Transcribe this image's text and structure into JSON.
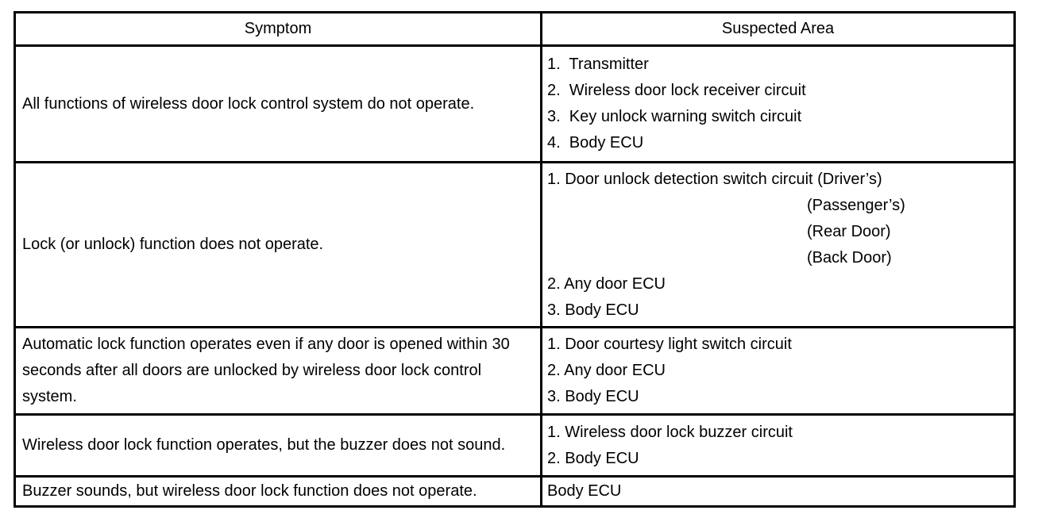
{
  "colors": {
    "border": "#000000",
    "text": "#000000",
    "background": "#ffffff"
  },
  "table": {
    "headers": {
      "symptom": "Symptom",
      "suspected_area": "Suspected Area"
    },
    "rows": [
      {
        "symptom": "All functions of wireless door lock control system do not operate.",
        "suspected": [
          "1.  Transmitter",
          "2.  Wireless door lock receiver circuit",
          "3.  Key unlock warning switch circuit",
          "4.  Body ECU"
        ]
      },
      {
        "symptom": "Lock (or unlock) function does not operate.",
        "suspected": [
          "1. Door unlock detection switch circuit (Driver’s)",
          "(Passenger’s)",
          "(Rear Door)",
          "(Back Door)",
          "2. Any door ECU",
          "3. Body ECU"
        ]
      },
      {
        "symptom": "Automatic lock function operates even if any door is opened within 30 seconds after all doors are unlocked by wireless door lock control system.",
        "suspected": [
          "1. Door courtesy light switch circuit",
          "2. Any door ECU",
          "3. Body ECU"
        ]
      },
      {
        "symptom": "Wireless door lock function operates, but the buzzer does not sound.",
        "suspected": [
          "1. Wireless door lock buzzer circuit",
          "2. Body ECU"
        ]
      },
      {
        "symptom": "Buzzer sounds, but wireless door lock function does not operate.",
        "suspected": [
          "Body ECU"
        ]
      }
    ]
  }
}
